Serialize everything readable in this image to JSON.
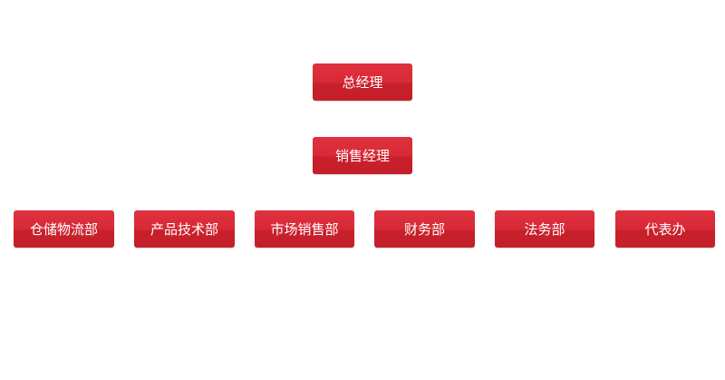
{
  "top": {
    "label": "总经理"
  },
  "middle": {
    "label": "销售经理"
  },
  "departments": [
    {
      "label": "仓储物流部"
    },
    {
      "label": "产品技术部"
    },
    {
      "label": "市场销售部"
    },
    {
      "label": "财务部"
    },
    {
      "label": "法务部"
    },
    {
      "label": "代表办"
    }
  ]
}
